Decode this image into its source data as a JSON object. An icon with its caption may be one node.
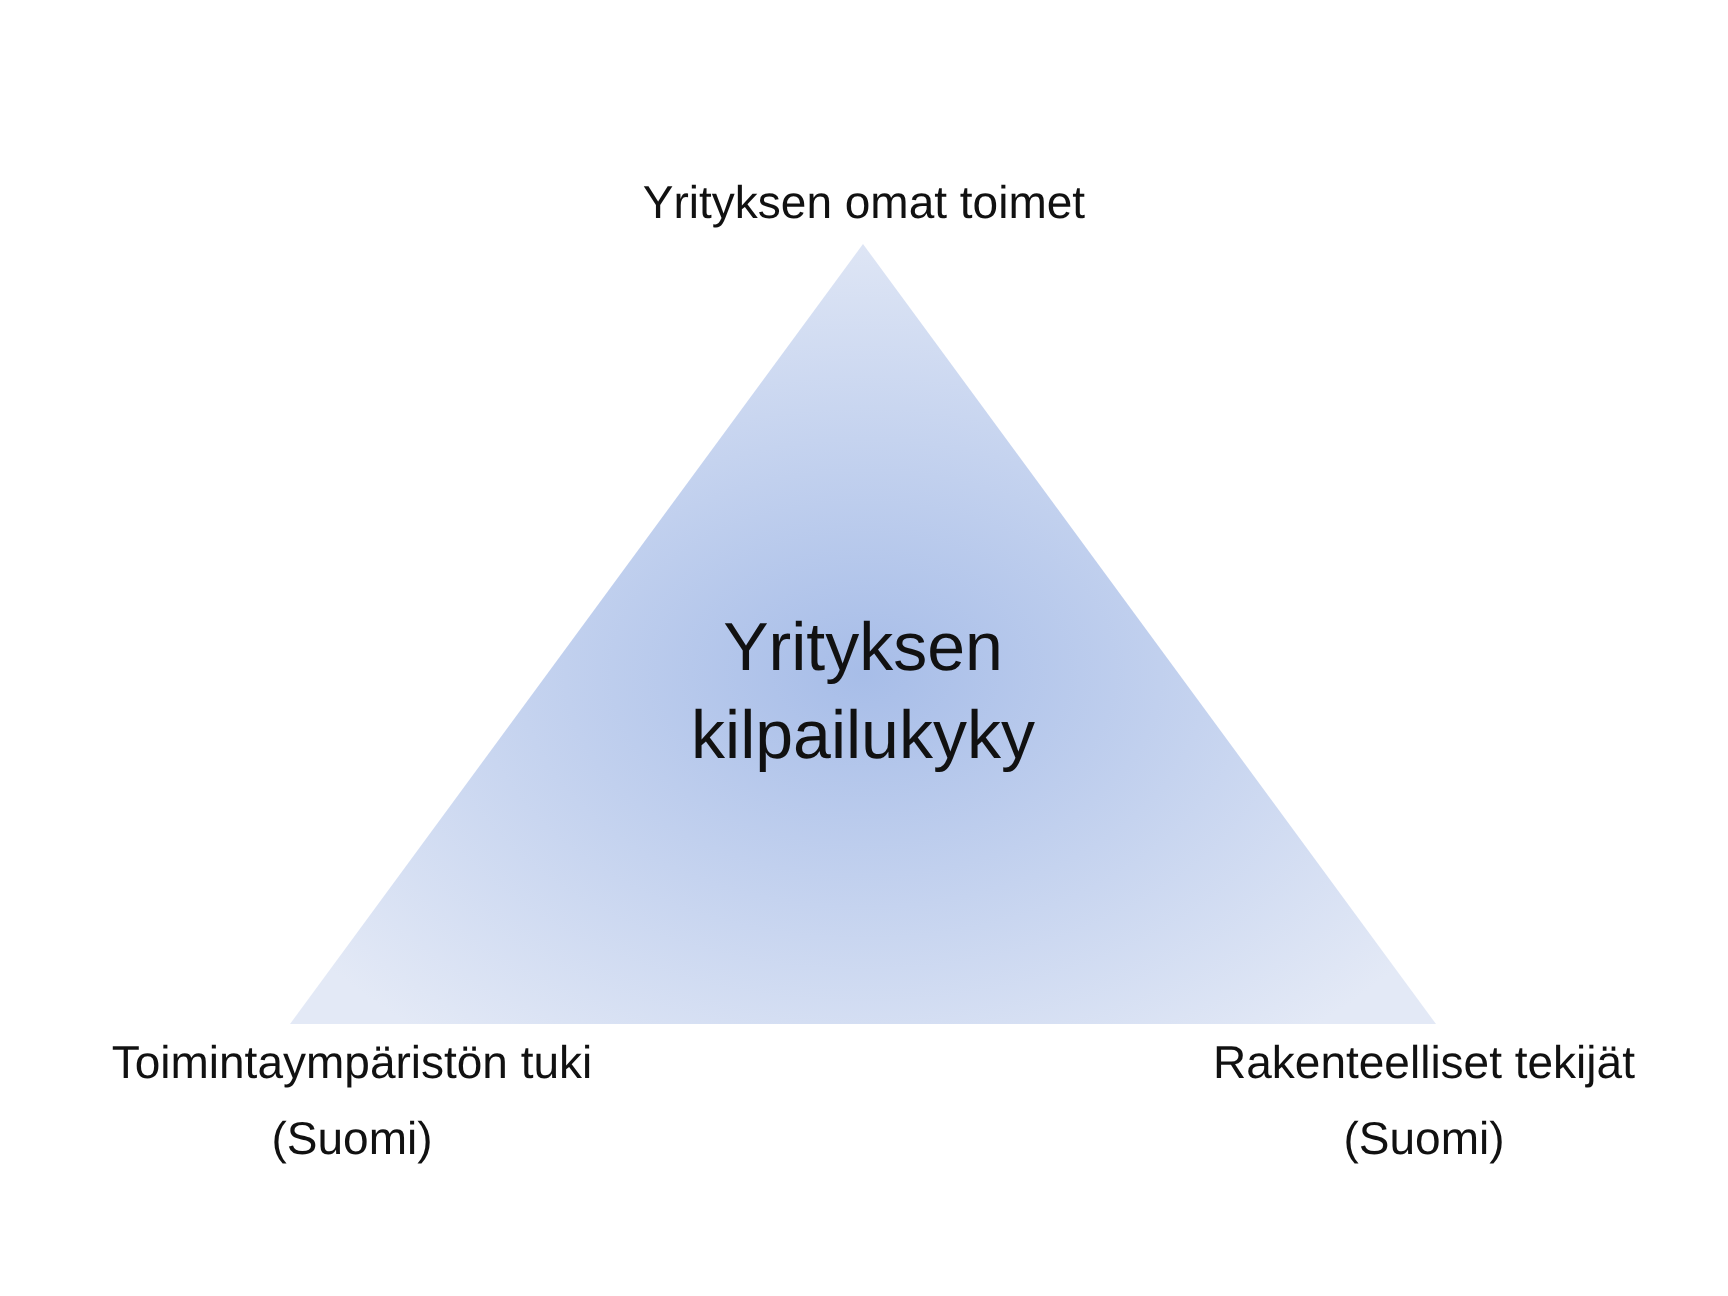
{
  "diagram": {
    "nodes": [
      {
        "text": [
          "Yrityksen kilpailukyky"
        ]
      }
    ],
    "labels": [
      "Yrityksen omat toimet",
      "Toimintaympäristön tuki (Suomi)",
      "Rakenteelliset tekijät (Suomi)"
    ]
  }
}
